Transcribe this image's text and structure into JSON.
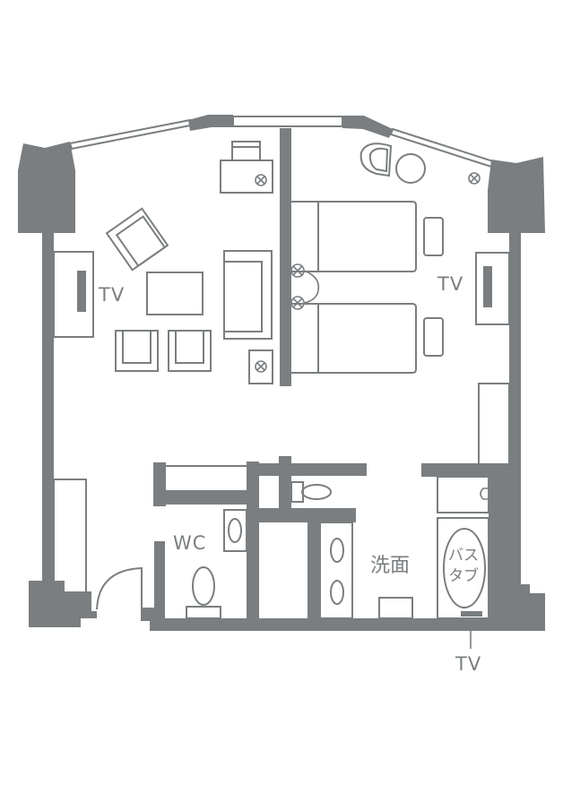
{
  "plan": {
    "labels": {
      "tv_living": "TV",
      "tv_bedroom": "TV",
      "tv_bath": "TV",
      "wc": "WC",
      "washroom": "洗面",
      "bathtub_line1": "バス",
      "bathtub_line2": "タブ"
    },
    "colors": {
      "wall": "#7a7e80",
      "background": "#ffffff"
    }
  }
}
